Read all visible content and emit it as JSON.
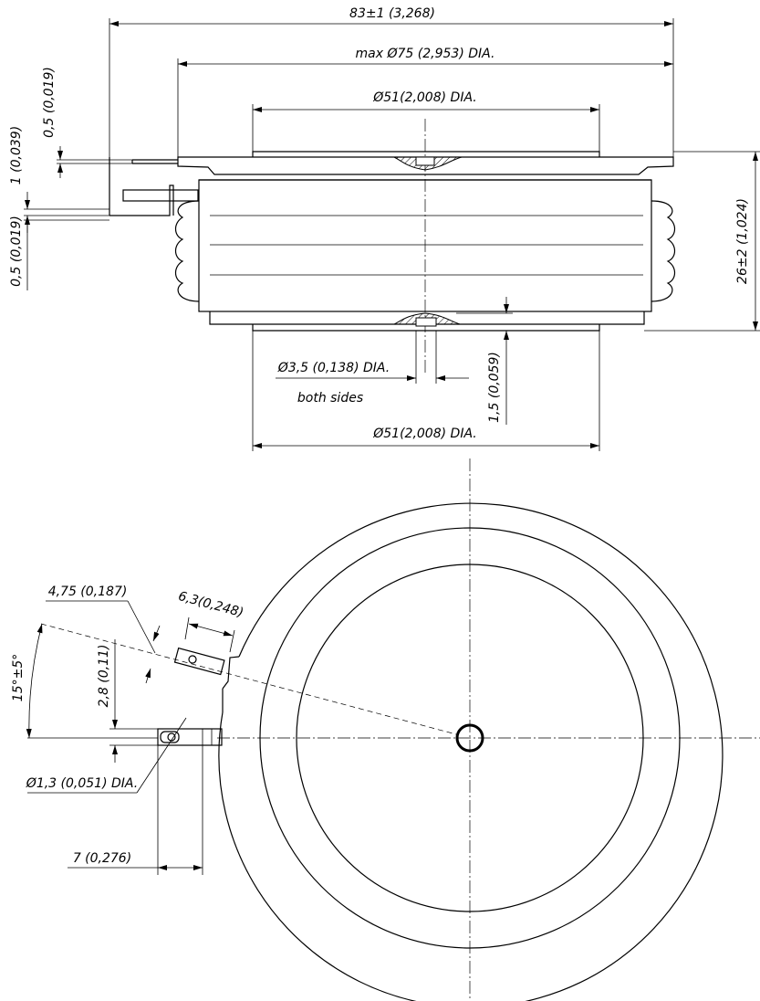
{
  "dimensions": {
    "overall_width": "83±1 (3,268)",
    "max_flange_dia": "max Ø75 (2,953) DIA.",
    "top_contact_dia": "Ø51(2,008) DIA.",
    "bottom_contact_dia": "Ø51(2,008) DIA.",
    "height": "26±2 (1,024)",
    "flange_thickness": "0,5 (0,019)",
    "gap_1": "1 (0,039)",
    "terminal_thickness": "0,5 (0,019)",
    "center_hole_dia": "Ø3,5 (0,138) DIA.",
    "center_hole_note": "both sides",
    "center_hole_depth": "1,5 (0,059)"
  },
  "plan_view": {
    "tab_width": "4,75 (0,187)",
    "tab_length": "6,3(0,248)",
    "tab_spacing": "2,8 (0,11)",
    "tab_angle": "15°±5°",
    "tab_hole_dia": "Ø1,3 (0,051) DIA.",
    "tab_offset": "7 (0,276)"
  }
}
